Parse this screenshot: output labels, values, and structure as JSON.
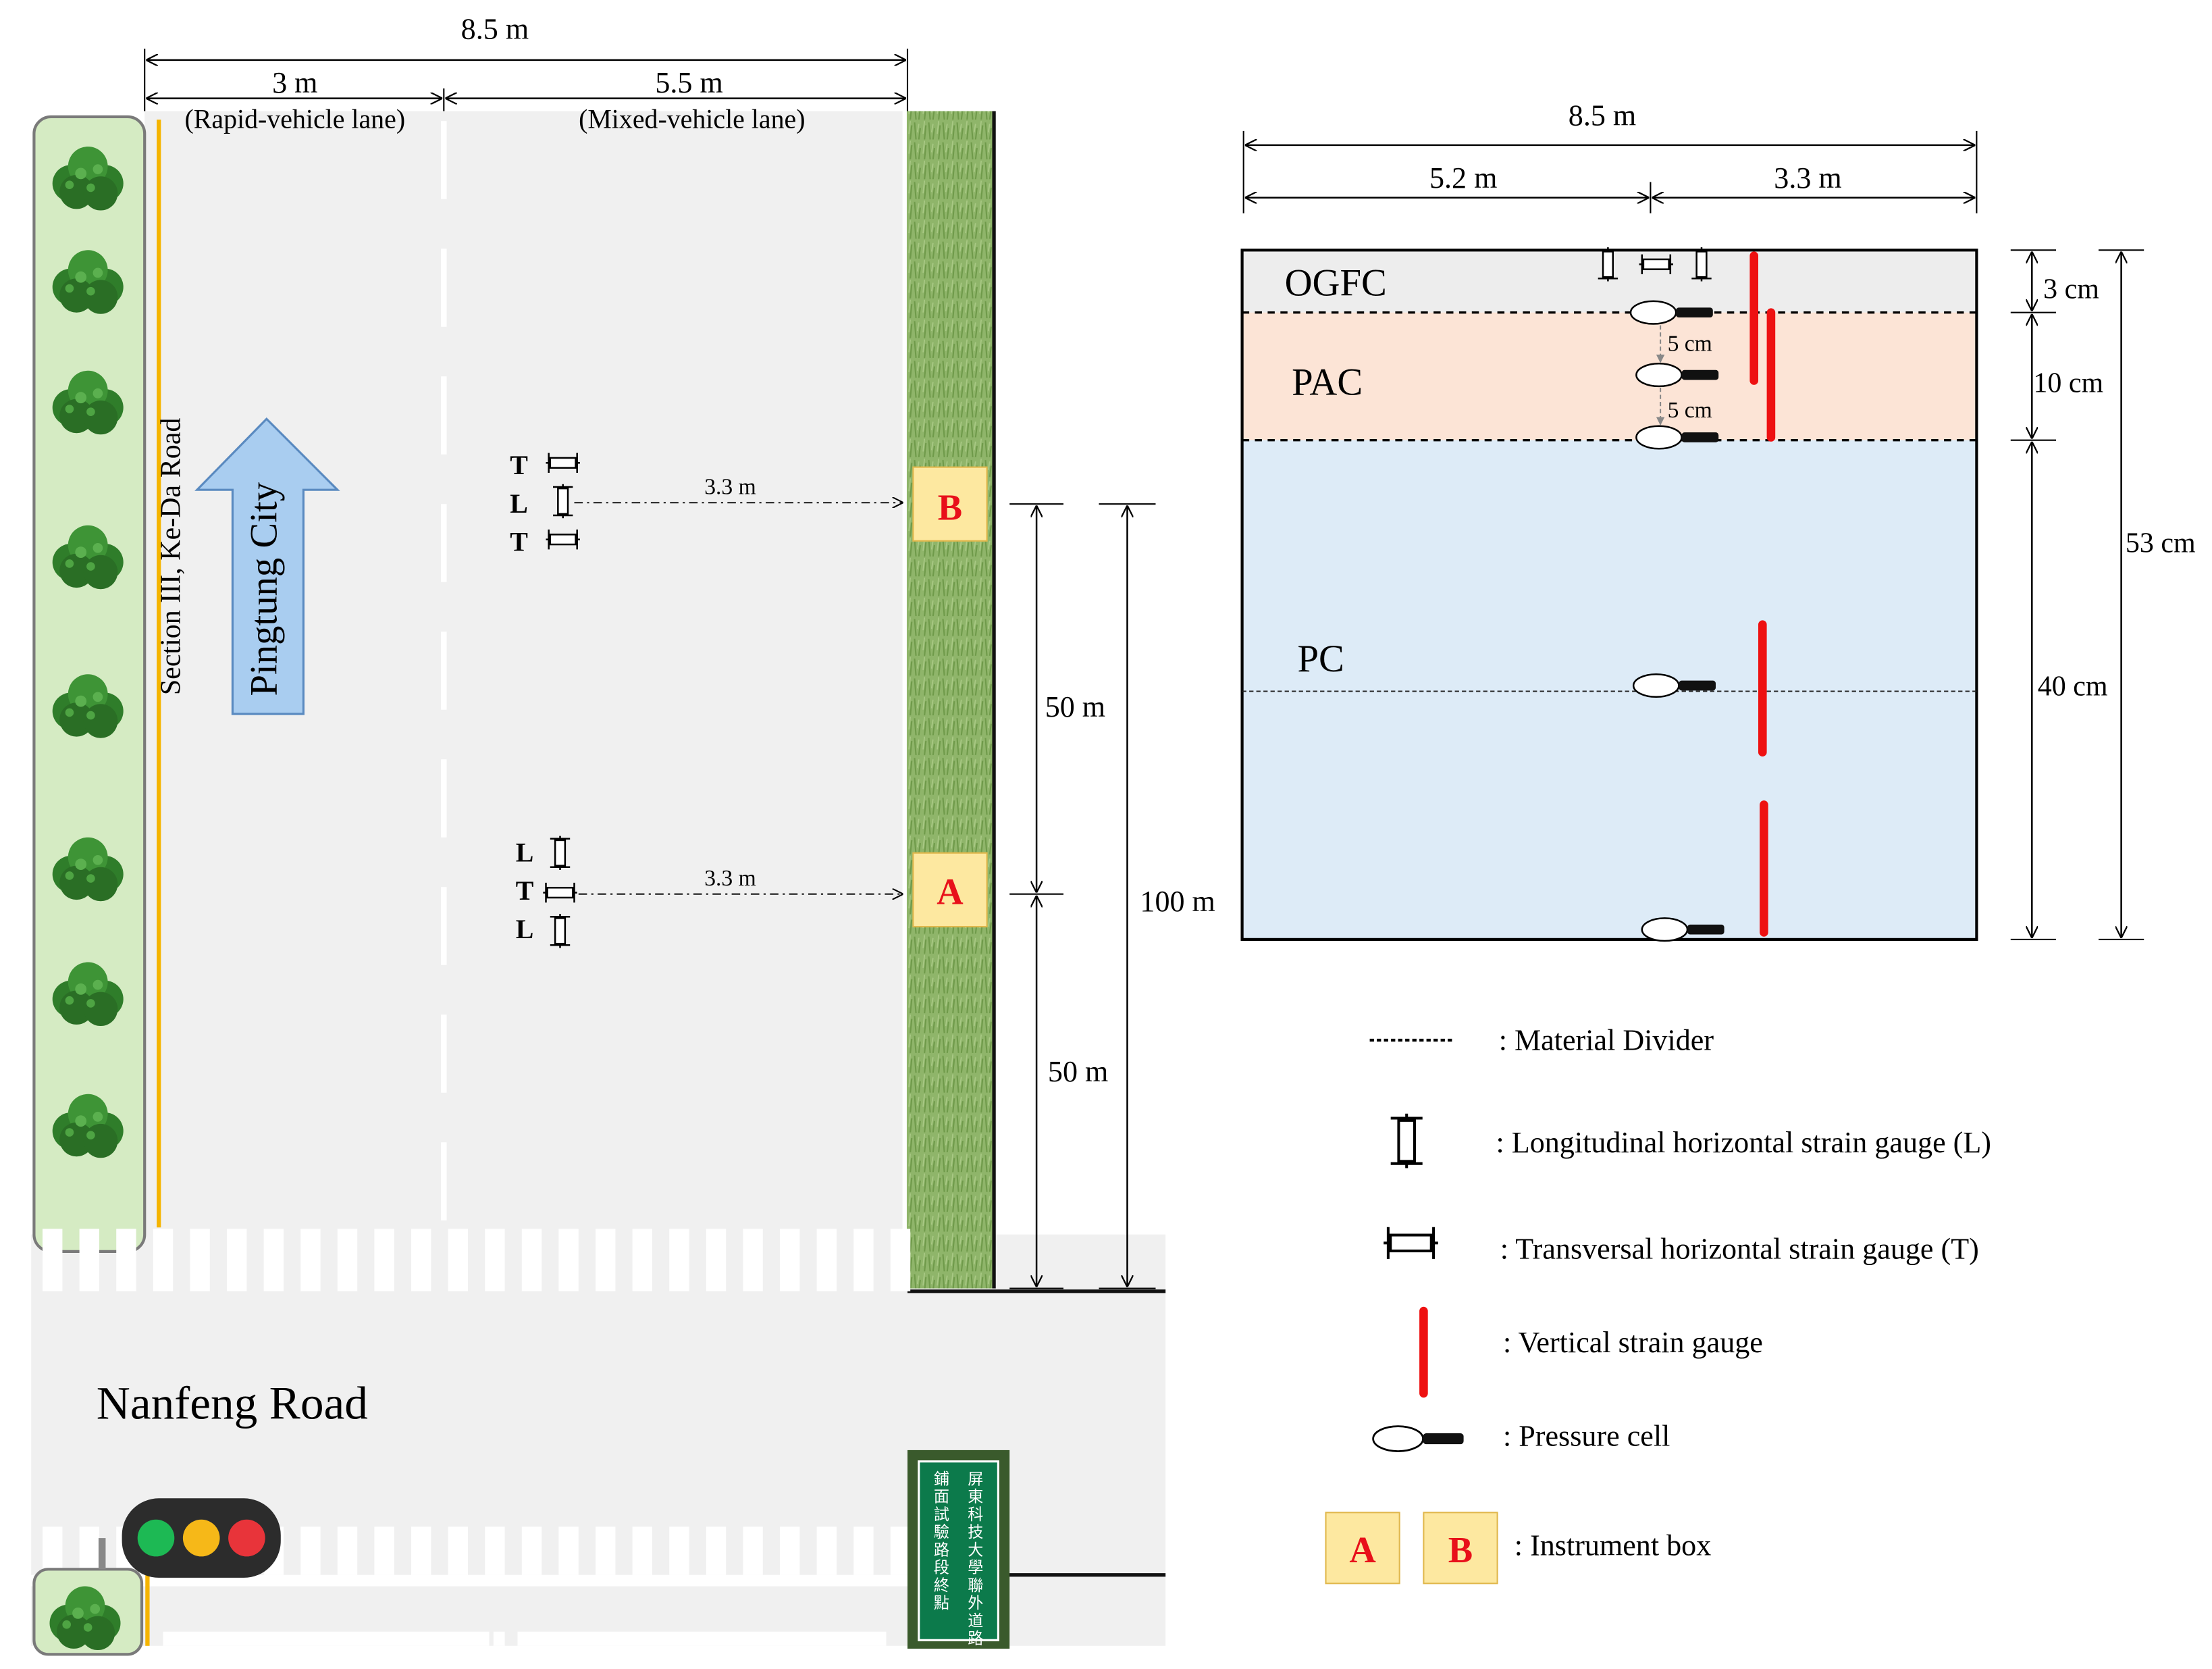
{
  "plan": {
    "dims": {
      "total_width": "8.5 m",
      "rapid_width": "3 m",
      "rapid_label": "(Rapid-vehicle lane)",
      "mixed_width": "5.5 m",
      "mixed_label": "(Mixed-vehicle lane)",
      "offset_b": "3.3 m",
      "offset_a": "3.3 m",
      "seg_upper": "50 m",
      "seg_lower": "50 m",
      "total_length": "100 m"
    },
    "road_name": "Section III, Ke-Da Road",
    "direction": "Pingtung City",
    "cross_road": "Nanfeng Road",
    "gauges_b": [
      "T",
      "L",
      "T"
    ],
    "gauges_a": [
      "L",
      "T",
      "L"
    ],
    "box_a": "A",
    "box_b": "B",
    "sign_text": "屏東科技大學聯外道路 鋪面試驗路段終點",
    "traffic_light_colors": [
      "#1db954",
      "#f6b818",
      "#e8343a"
    ],
    "colors": {
      "hedge": "#d5ebc3",
      "road": "#f0f0f0",
      "grass": "#8fb56a",
      "arrow": "#a9cdf0",
      "box_fill": "#fde8a0",
      "box_text": "#e8101a",
      "yellow_line": "#f5b400"
    }
  },
  "section": {
    "dims": {
      "total_width": "8.5 m",
      "left_width": "5.2 m",
      "right_width": "3.3 m",
      "ogfc_thickness": "3 cm",
      "pac_thickness": "10 cm",
      "pc_thickness": "40 cm",
      "total_depth": "53 cm",
      "spacing_1": "5 cm",
      "spacing_2": "5 cm"
    },
    "layers": {
      "ogfc": "OGFC",
      "pac": "PAC",
      "pc": "PC"
    },
    "colors": {
      "ogfc": "#ededed",
      "pac": "#fce4d6",
      "pc": "#ddebf7",
      "vertical_gauge": "#ee1111"
    }
  },
  "legend": {
    "material_divider": ": Material Divider",
    "longitudinal": ": Longitudinal horizontal strain gauge (L)",
    "transversal": ": Transversal horizontal strain gauge (T)",
    "vertical": ": Vertical strain gauge",
    "pressure": ": Pressure cell",
    "instrument_box": ": Instrument box",
    "box_a": "A",
    "box_b": "B"
  }
}
